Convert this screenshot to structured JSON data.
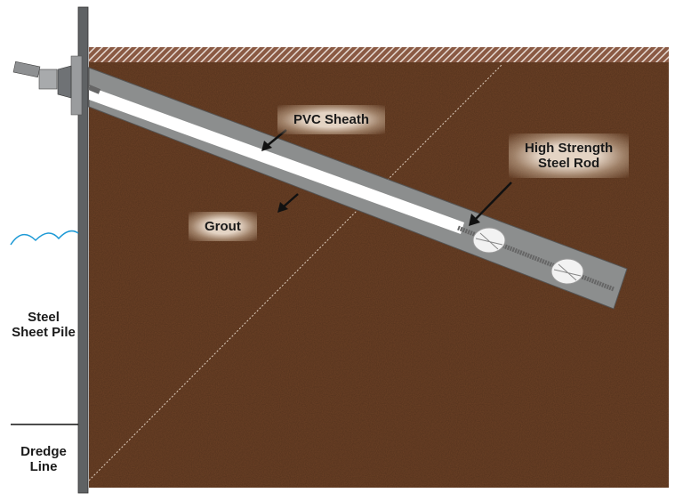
{
  "labels": {
    "pvc_sheath": "PVC Sheath",
    "grout": "Grout",
    "rod_line1": "High Strength",
    "rod_line2": "Steel Rod",
    "pile_line1": "Steel",
    "pile_line2": "Sheet Pile",
    "dredge_line1": "Dredge",
    "dredge_line2": "Line"
  },
  "colors": {
    "soil": "#6e4226",
    "grout": "#8c8e8e",
    "sheath": "#ffffff",
    "pile": "#5f6264",
    "water": "#1e9ad6"
  }
}
